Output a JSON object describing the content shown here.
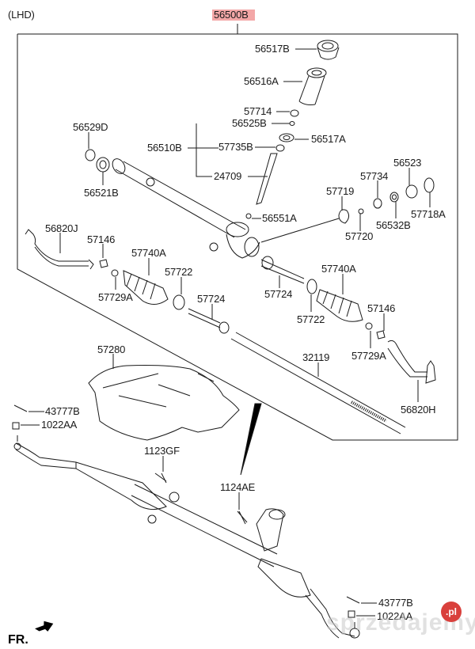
{
  "header": {
    "variant": "(LHD)",
    "assembly_part": "56500B"
  },
  "labels": {
    "p56517B": "56517B",
    "p56516A": "56516A",
    "p57714": "57714",
    "p56525B": "56525B",
    "p56517A": "56517A",
    "p56510B": "56510B",
    "p57735B": "57735B",
    "p24709": "24709",
    "p56551A": "56551A",
    "p56529D": "56529D",
    "p56521B": "56521B",
    "p56523": "56523",
    "p57734": "57734",
    "p57719": "57719",
    "p57718A": "57718A",
    "p57720": "57720",
    "p56532B": "56532B",
    "p56820J": "56820J",
    "p57146_l": "57146",
    "p57740A_l": "57740A",
    "p57722_l": "57722",
    "p57729A_l": "57729A",
    "p57724_l": "57724",
    "p57724_r": "57724",
    "p57740A_r": "57740A",
    "p57722_r": "57722",
    "p57146_r": "57146",
    "p57729A_r": "57729A",
    "p32119": "32119",
    "p56820H": "56820H",
    "p57280": "57280",
    "p43777B_l": "43777B",
    "p1022AA_l": "1022AA",
    "p1123GF": "1123GF",
    "p1124AE": "1124AE",
    "p43777B_r": "43777B",
    "p1022AA_r": "1022AA"
  },
  "footer": {
    "direction_label": "FR.",
    "watermark": "sprzedajemy",
    "watermark_badge": ".pl"
  },
  "colors": {
    "highlight": "#f3a7a7",
    "line": "#1a1a1a",
    "badge": "#d9403c"
  }
}
